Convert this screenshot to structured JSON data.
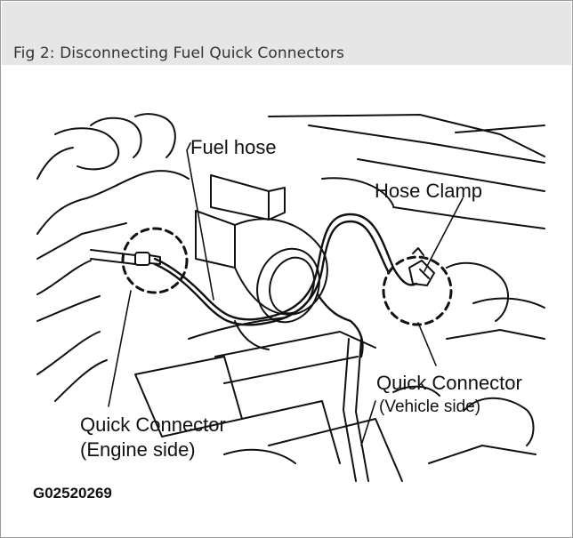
{
  "caption": "Fig 2: Disconnecting Fuel Quick Connectors",
  "labels": {
    "fuel_hose": "Fuel hose",
    "hose_clamp": "Hose Clamp",
    "quick_connector_vehicle_title": "Quick Connector",
    "quick_connector_vehicle_side": "(Vehicle side)",
    "quick_connector_engine_title": "Quick Connector",
    "quick_connector_engine_side": "(Engine side)"
  },
  "figure_code": "G02520269",
  "colors": {
    "caption_bar": "#e6e6e6",
    "line_art": "#111111",
    "background": "#ffffff"
  }
}
